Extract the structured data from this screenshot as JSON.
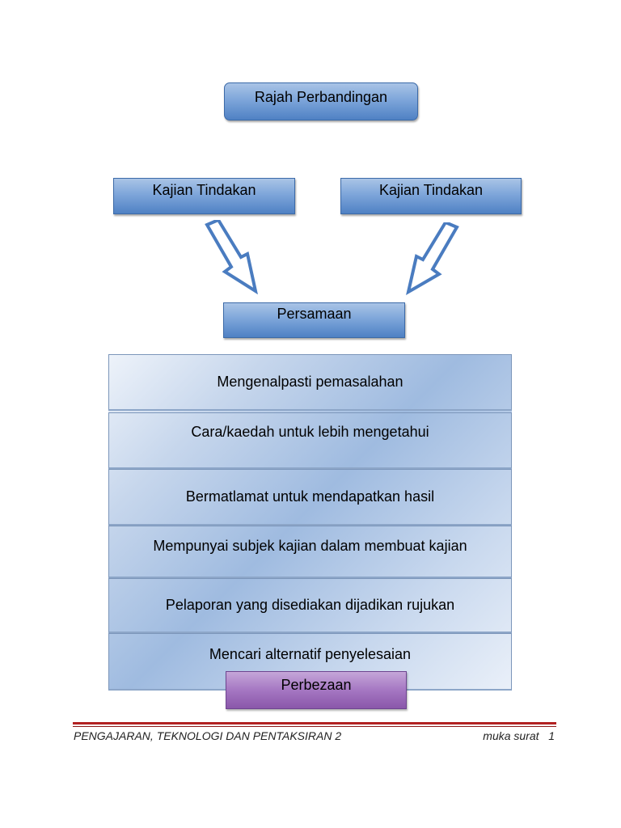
{
  "diagram": {
    "title": "Rajah Perbandingan",
    "source_left": "Kajian Tindakan",
    "source_right": "Kajian Tindakan",
    "similarity_header": "Persamaan",
    "similarities": [
      "Mengenalpasti pemasalahan",
      "Cara/kaedah untuk lebih mengetahui",
      "Bermatlamat untuk mendapatkan hasil",
      "Mempunyai subjek kajian dalam membuat kajian",
      "Pelaporan yang disediakan dijadikan rujukan",
      "Mencari alternatif penyelesaian"
    ],
    "difference_header": "Perbezaan"
  },
  "footer": {
    "course": "PENGAJARAN, TEKNOLOGI DAN PENTAKSIRAN 2",
    "page": "muka surat   1"
  },
  "colors": {
    "box_blue": "#7ea6da",
    "box_purple": "#a577c2",
    "arrow_stroke": "#4a7cc0",
    "footer_rule": "#b22222"
  }
}
